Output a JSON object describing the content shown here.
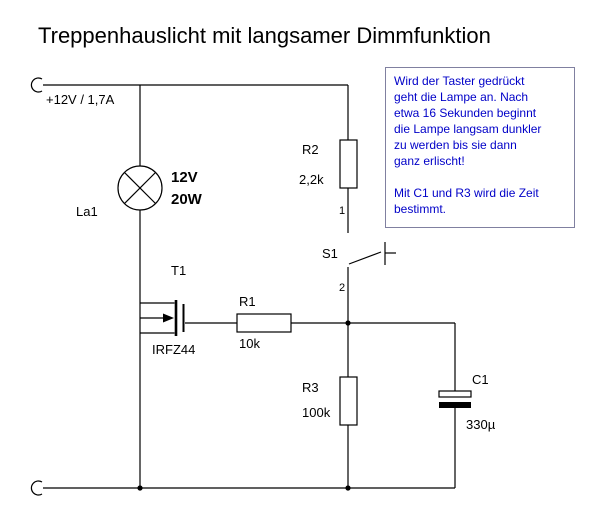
{
  "title": "Treppenhauslicht mit langsamer Dimmfunktion",
  "supply": {
    "label": "+12V / 1,7A"
  },
  "lamp": {
    "ref": "La1",
    "voltage": "12V",
    "power": "20W"
  },
  "transistor": {
    "ref": "T1",
    "part": "IRFZ44"
  },
  "resistors": {
    "r1": {
      "ref": "R1",
      "value": "10k"
    },
    "r2": {
      "ref": "R2",
      "value": "2,2k"
    },
    "r3": {
      "ref": "R3",
      "value": "100k"
    }
  },
  "capacitor": {
    "ref": "C1",
    "value": "330µ"
  },
  "switch": {
    "ref": "S1",
    "pin_top": "1",
    "pin_bottom": "2"
  },
  "note": {
    "text": "Wird der Taster gedrückt\ngeht die Lampe an. Nach\netwa 16 Sekunden beginnt\ndie Lampe langsam dunkler\nzu werden bis sie dann\nganz erlischt!\n\nMit C1 und R3 wird die Zeit\nbestimmt."
  },
  "colors": {
    "wire": "#000000",
    "note_text": "#0000c8",
    "note_border": "#8080a0",
    "background": "#ffffff"
  }
}
